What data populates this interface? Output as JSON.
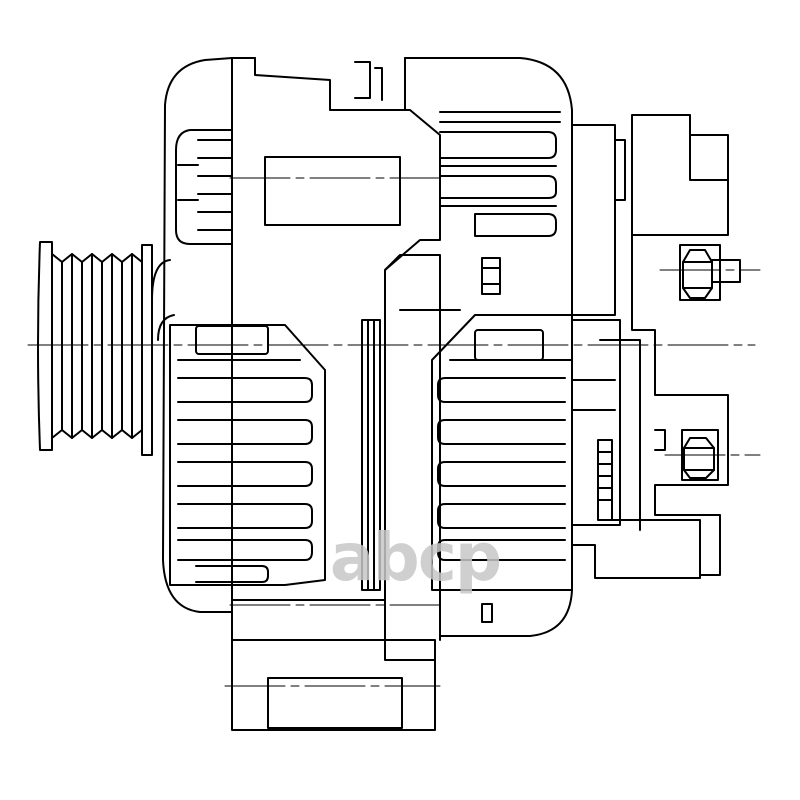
{
  "drawing": {
    "subject": "alternator",
    "line_color": "#000000",
    "background_color": "#ffffff",
    "view": "side-elevation-line-drawing"
  },
  "watermark": {
    "text": "abcp",
    "color": "#c7c7c7"
  }
}
